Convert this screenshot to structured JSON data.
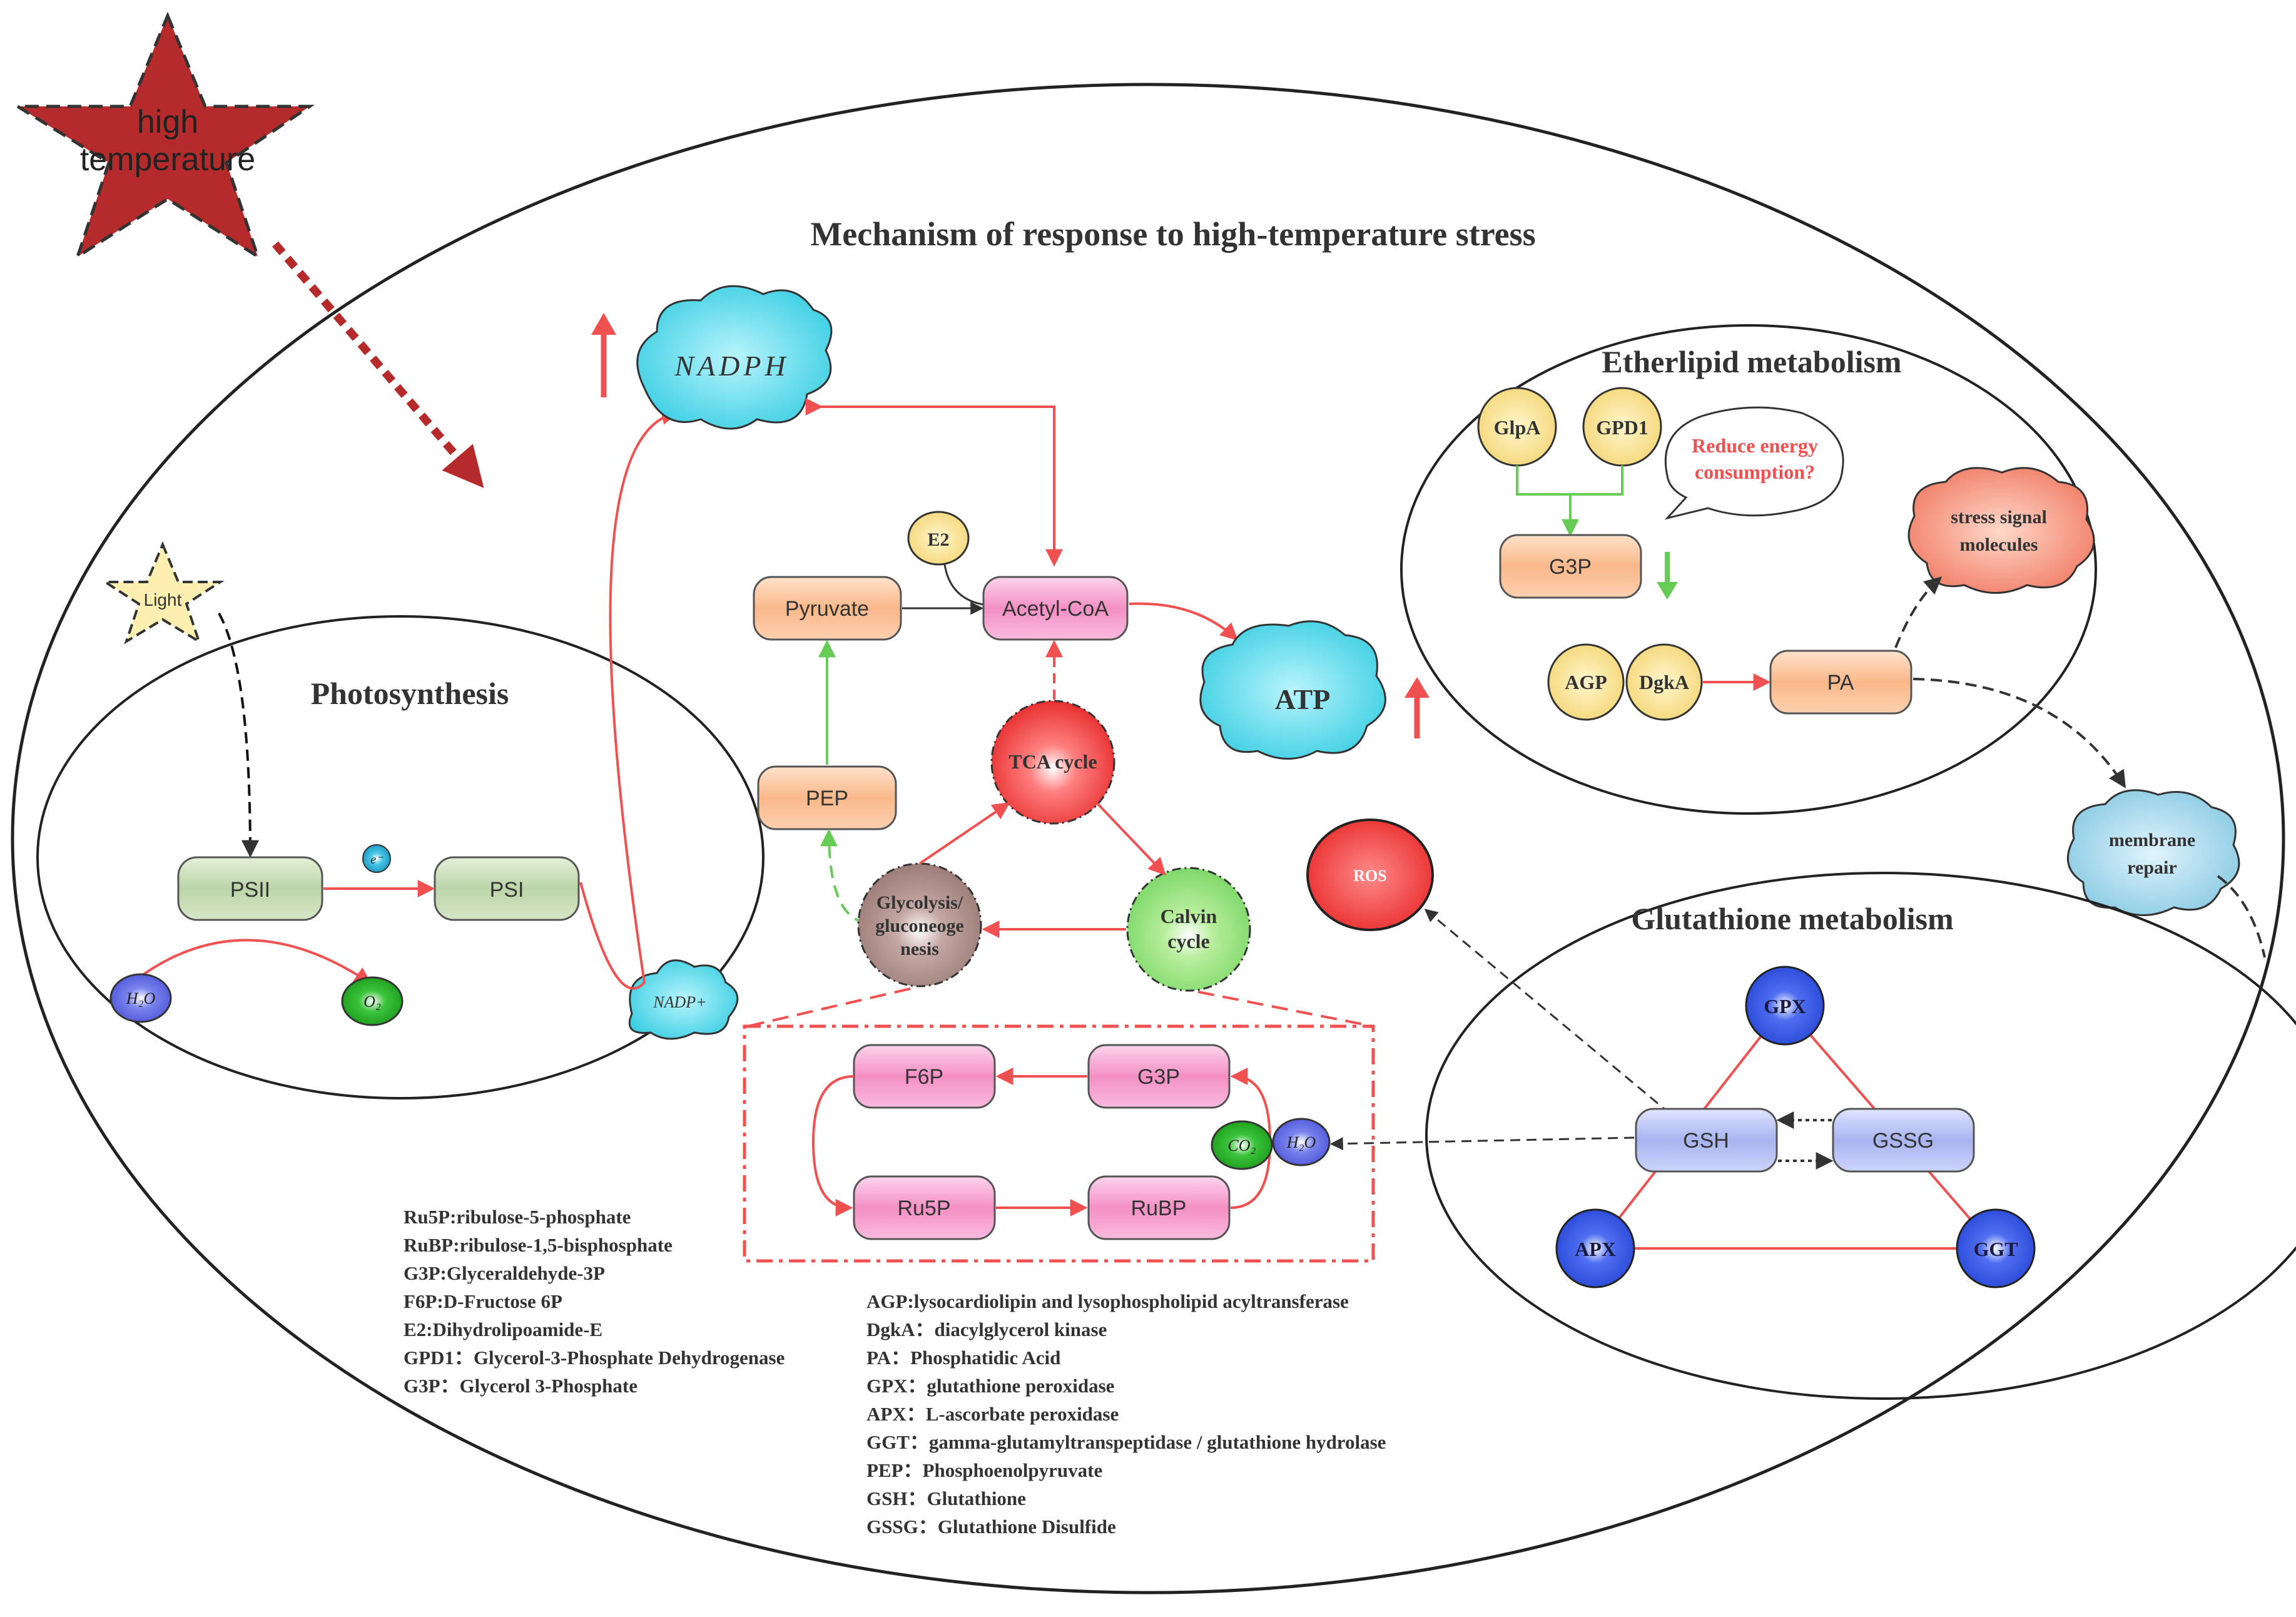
{
  "title": "Mechanism of response to high-temperature stress",
  "high_temperature": [
    "high",
    "temperature"
  ],
  "light": "Light",
  "sections": {
    "photosynthesis": "Photosynthesis",
    "etherlipid": "Etherlipid metabolism",
    "glutathione": "Glutathione metabolism"
  },
  "photo": {
    "psii": "PSII",
    "psi": "PSI",
    "electron": "e⁻",
    "h2o": "H₂O",
    "o2": "O₂",
    "nadp": "NADP+"
  },
  "central": {
    "nadph": "NADPH",
    "atp": "ATP",
    "e2": "E2",
    "pyruvate": "Pyruvate",
    "acetyl_coa": "Acetyl-CoA",
    "pep": "PEP",
    "tca": "TCA cycle",
    "glycolysis": [
      "Glycolysis/",
      "gluconeoge",
      "nesis"
    ],
    "calvin": [
      "Calvin",
      "cycle"
    ]
  },
  "calvin_box": {
    "f6p": "F6P",
    "g3p": "G3P",
    "ru5p": "Ru5P",
    "rubp": "RuBP",
    "co2": "CO₂",
    "h2o": "H₂O"
  },
  "ether": {
    "glpa": "GlpA",
    "gpd1": "GPD1",
    "callout": [
      "Reduce energy",
      "consumption?"
    ],
    "g3p": "G3P",
    "agp": "AGP",
    "dgka": "DgkA",
    "pa": "PA",
    "stress": [
      "stress signal",
      "molecules"
    ],
    "membrane": [
      "membrane",
      "repair"
    ]
  },
  "glut": {
    "ros": "ROS",
    "gpx": "GPX",
    "gsh": "GSH",
    "gssg": "GSSG",
    "apx": "APX",
    "ggt": "GGT"
  },
  "legend_left": [
    "Ru5P:ribulose-5-phosphate",
    "RuBP:ribulose-1,5-bisphosphate",
    "G3P:Glyceraldehyde-3P",
    "F6P:D-Fructose 6P",
    "E2:Dihydrolipoamide-E",
    "GPD1：Glycerol-3-Phosphate Dehydrogenase",
    "G3P：Glycerol 3-Phosphate"
  ],
  "legend_right": [
    "AGP:lysocardiolipin and lysophospholipid acyltransferase",
    "DgkA：diacylglycerol kinase",
    "PA：Phosphatidic Acid",
    "GPX：glutathione peroxidase",
    "APX：L-ascorbate peroxidase",
    "GGT：gamma-glutamyltranspeptidase / glutathione hydrolase",
    "PEP：Phosphoenolpyruvate",
    "GSH：Glutathione",
    "GSSG：Glutathione Disulfide"
  ],
  "colors": {
    "red_arrow": "#f05050",
    "green_arrow": "#66cc55",
    "star": "#b52a2a",
    "orange_node": "#f9b88a",
    "pink_node": "#f490c4",
    "green_node": "#bcd5a8",
    "blue_node": "#a8b4f0",
    "cyan_cloud": "#4dd4e6"
  }
}
